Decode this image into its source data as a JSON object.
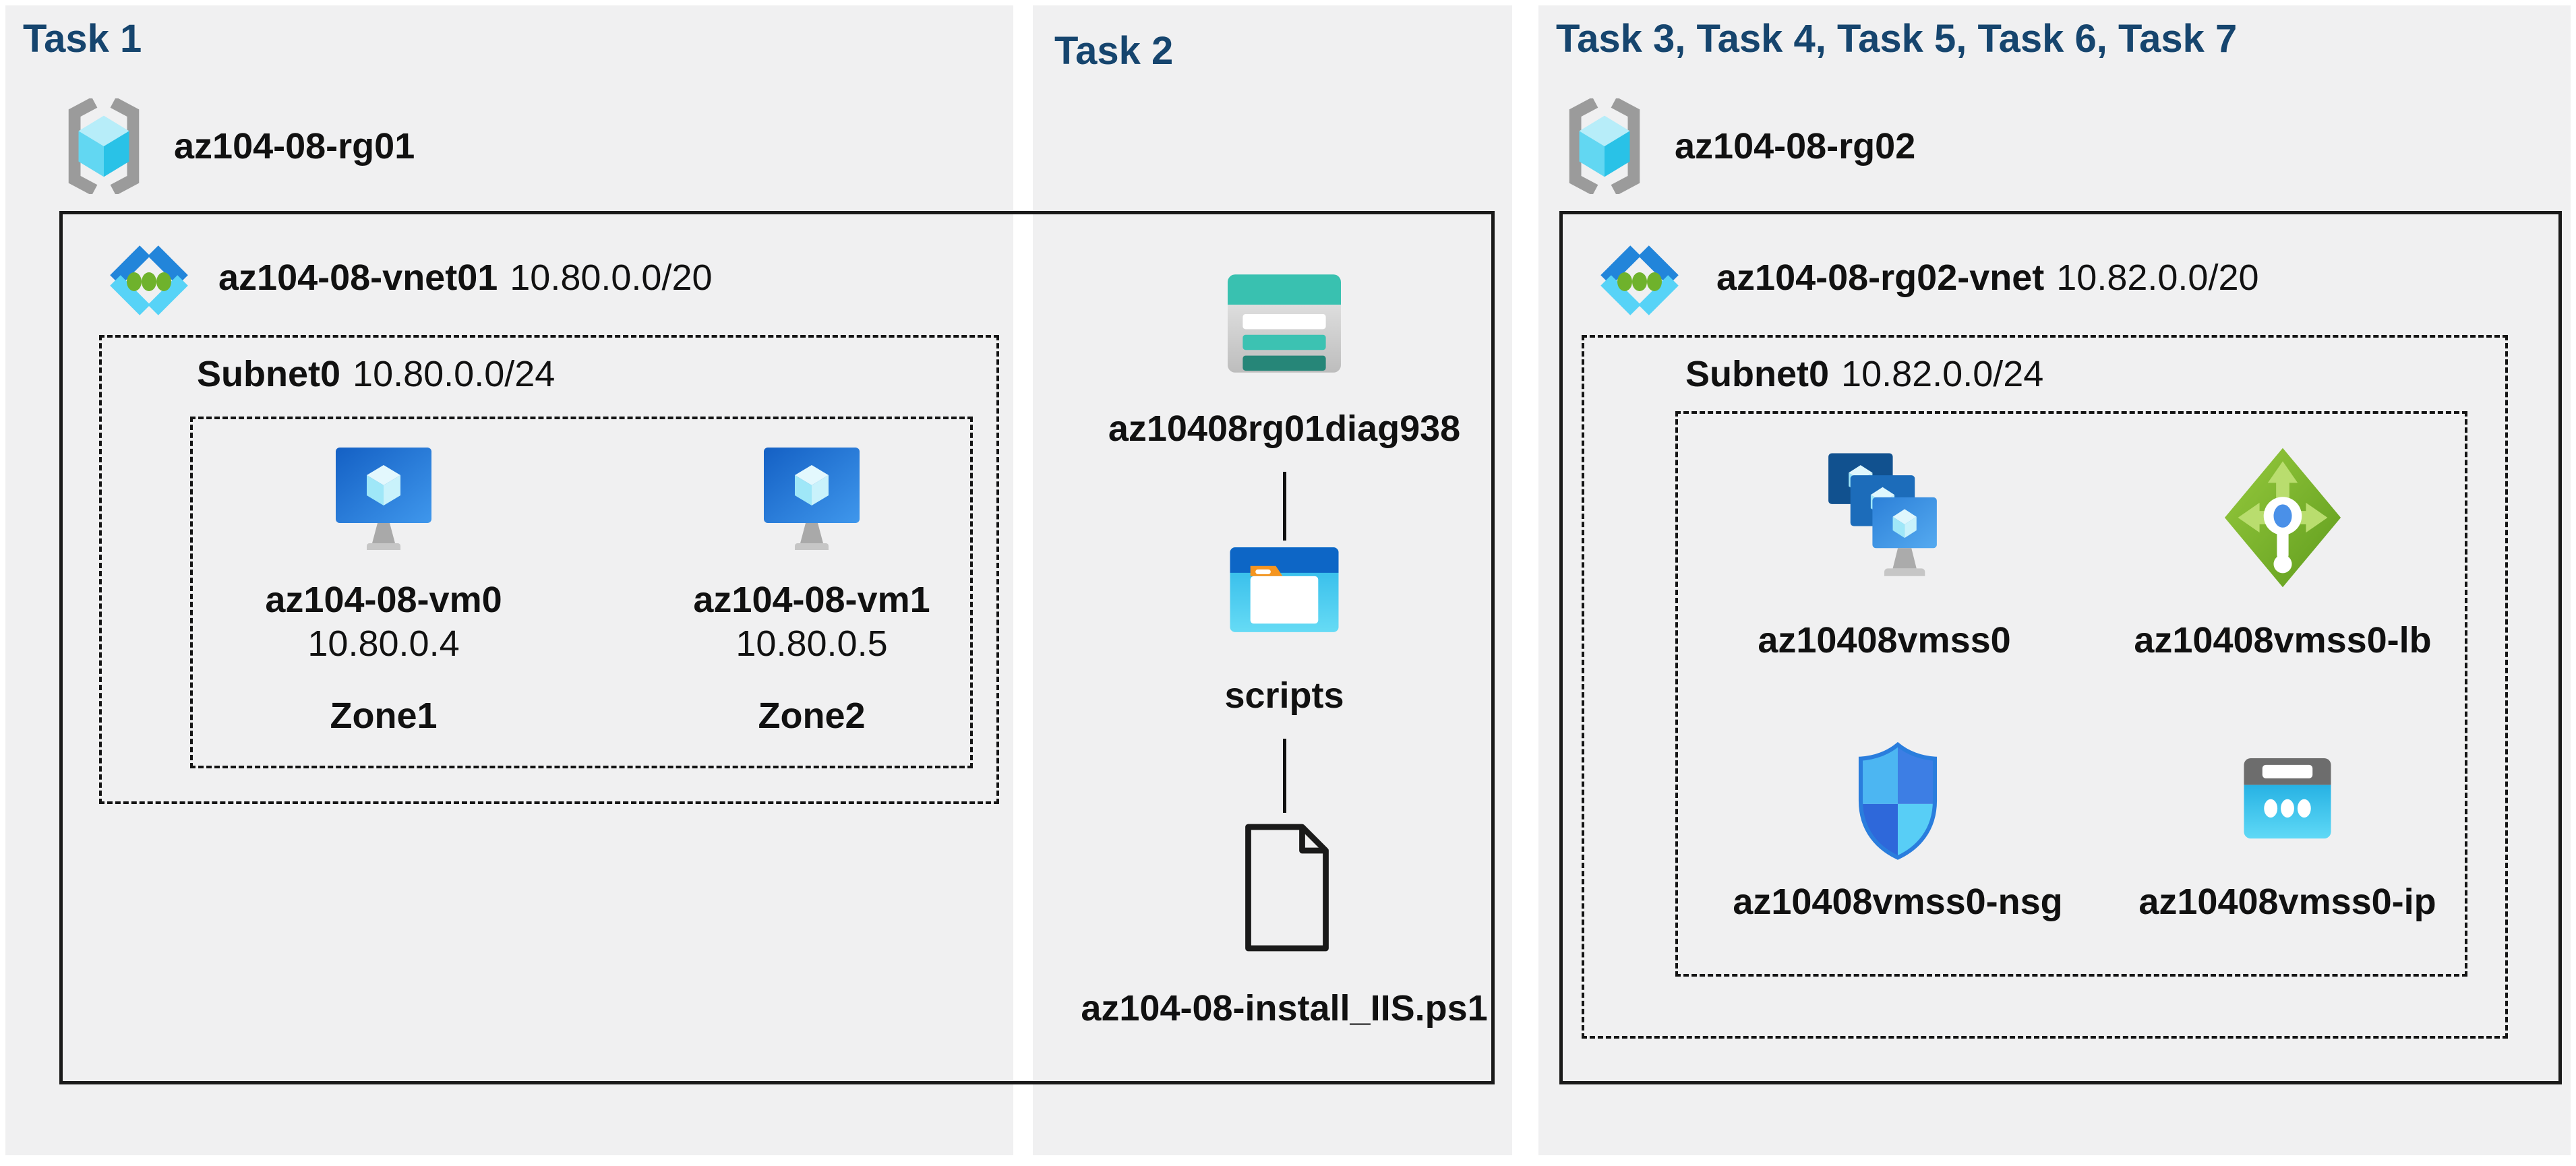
{
  "colors": {
    "page_bg": "#ffffff",
    "panel_bg": "#f0f0f1",
    "title_navy": "#16456e",
    "text": "#111111",
    "box_border": "#1a1a1a",
    "storage_teal": "#39c1b0",
    "storage_teal_dark": "#268678",
    "azure_blue": "#2285da",
    "azure_cyan": "#57d3f7",
    "lb_green": "#7ab829",
    "folder_orange": "#f5951f",
    "bracket_gray": "#9b9b9b"
  },
  "panels": [
    {
      "title": "Task 1",
      "resource_group": {
        "name": "az104-08-rg01",
        "icon": "resource-group-icon"
      },
      "vnet": {
        "name": "az104-08-vnet01",
        "cidr": "10.80.0.0/20",
        "icon": "virtual-network-icon"
      },
      "subnet": {
        "name": "Subnet0",
        "cidr": "10.80.0.0/24"
      },
      "vms": [
        {
          "name": "az104-08-vm0",
          "ip": "10.80.0.4",
          "zone": "Zone1",
          "icon": "virtual-machine-icon"
        },
        {
          "name": "az104-08-vm1",
          "ip": "10.80.0.5",
          "zone": "Zone2",
          "icon": "virtual-machine-icon"
        }
      ]
    },
    {
      "title": "Task 2",
      "storage_account": {
        "name": "az10408rg01diag938",
        "icon": "storage-account-icon"
      },
      "container": {
        "name": "scripts",
        "icon": "blob-container-icon"
      },
      "script_file": {
        "name": "az104-08-install_IIS.ps1",
        "icon": "file-icon"
      }
    },
    {
      "title": "Task 3, Task 4, Task 5, Task 6, Task 7",
      "resource_group": {
        "name": "az104-08-rg02",
        "icon": "resource-group-icon"
      },
      "vnet": {
        "name": "az104-08-rg02-vnet",
        "cidr": "10.82.0.0/20",
        "icon": "virtual-network-icon"
      },
      "subnet": {
        "name": "Subnet0",
        "cidr": "10.82.0.0/24"
      },
      "resources": [
        {
          "name": "az10408vmss0",
          "icon": "vmss-icon"
        },
        {
          "name": "az10408vmss0-lb",
          "icon": "load-balancer-icon"
        },
        {
          "name": "az10408vmss0-nsg",
          "icon": "nsg-icon"
        },
        {
          "name": "az10408vmss0-ip",
          "icon": "public-ip-icon"
        }
      ]
    }
  ]
}
